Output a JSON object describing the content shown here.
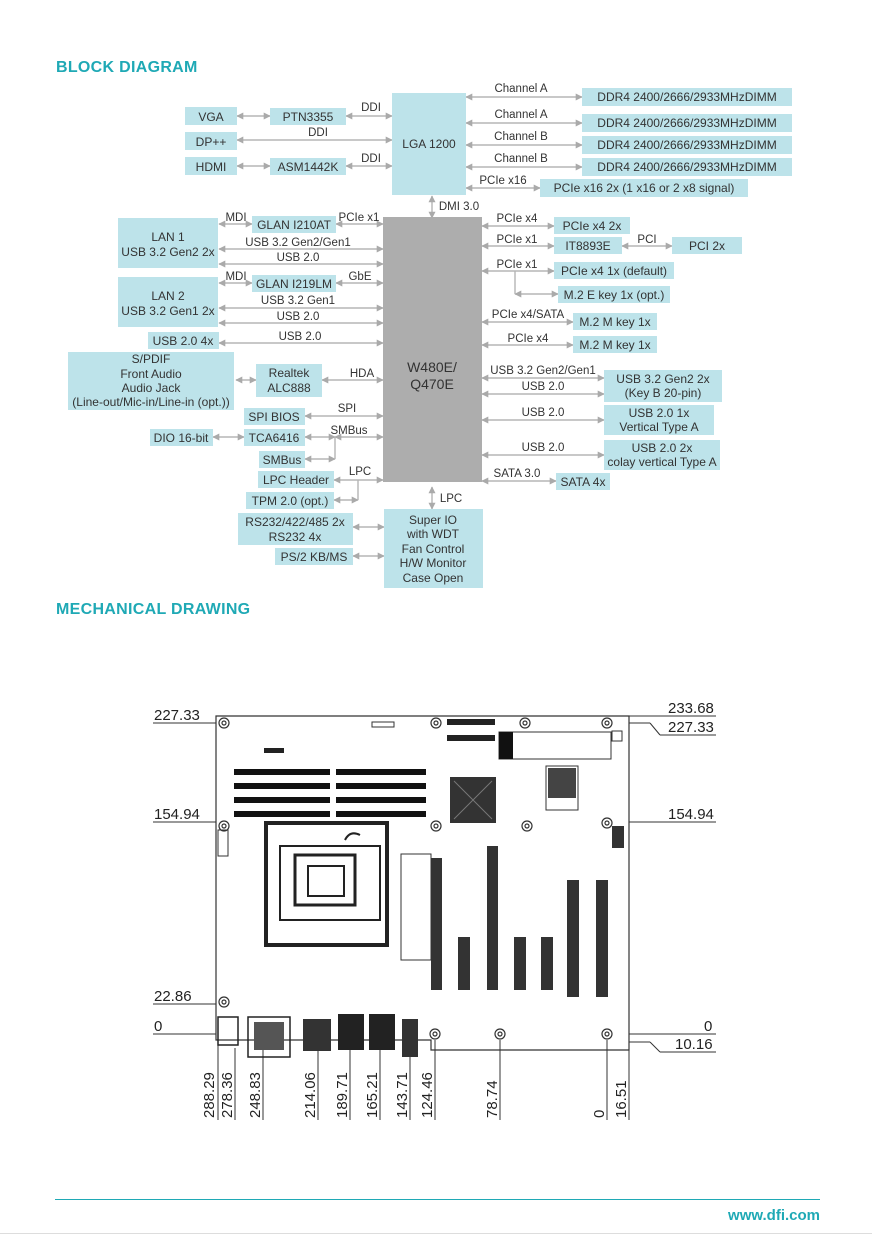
{
  "titles": {
    "block": "BLOCK DIAGRAM",
    "mech": "MECHANICAL DRAWING"
  },
  "footer": {
    "url": "www.dfi.com"
  },
  "diagram": {
    "vga": "VGA",
    "dp": "DP++",
    "hdmi": "HDMI",
    "ptn3355": "PTN3355",
    "asm1442k": "ASM1442K",
    "ddi": "DDI",
    "cpu": "LGA 1200",
    "ch_a": "Channel A",
    "ch_b": "Channel B",
    "dimm": "DDR4 2400/2666/2933MHzDIMM",
    "pcie_x16": "PCIe x16",
    "pcie_x16_slot": "PCIe x16 2x (1 x16 or 2 x8 signal)",
    "dmi": "DMI 3.0",
    "lan1": "LAN 1",
    "lan1_usb": "USB 3.2 Gen2 2x",
    "lan2": "LAN 2",
    "lan2_usb": "USB 3.2 Gen1 2x",
    "mdi": "MDI",
    "glan_i210": "GLAN I210AT",
    "glan_i219": "GLAN I219LM",
    "pcie_x1": "PCIe x1",
    "gbe": "GbE",
    "usb32_gen2_gen1": "USB 3.2 Gen2/Gen1",
    "usb32_gen1": "USB 3.2 Gen1",
    "usb20": "USB 2.0",
    "usb20_4x": "USB 2.0 4x",
    "spdif": "S/PDIF",
    "front_audio": "Front Audio",
    "audio_jack": "Audio Jack",
    "audio_jack_detail": "(Line-out/Mic-in/Line-in (opt.))",
    "realtek": "Realtek",
    "alc888": "ALC888",
    "hda": "HDA",
    "spi_bios": "SPI BIOS",
    "spi": "SPI",
    "dio": "DIO 16-bit",
    "tca6416": "TCA6416",
    "smbus": "SMBus",
    "lpc_header": "LPC Header",
    "lpc": "LPC",
    "tpm": "TPM 2.0 (opt.)",
    "pch1": "W480E/",
    "pch2": "Q470E",
    "pcie_x4": "PCIe x4",
    "pcie_x4_2x": "PCIe x4 2x",
    "it8893e": "IT8893E",
    "pci": "PCI",
    "pci_2x": "PCI 2x",
    "pcie_x4_1x": "PCIe x4 1x (default)",
    "m2_e": "M.2 E key 1x (opt.)",
    "pcie_x4_sata": "PCIe x4/SATA",
    "m2_m": "M.2 M key 1x",
    "usb32g2_2x": "USB 3.2 Gen2 2x",
    "key_b": "(Key B 20-pin)",
    "usb20_1x": "USB 2.0 1x",
    "vert_a": "Vertical Type A",
    "usb20_2x": "USB 2.0 2x",
    "colay": "colay vertical Type A",
    "sata30": "SATA 3.0",
    "sata_4x": "SATA 4x",
    "rs232_485": "RS232/422/485 2x",
    "rs232": "RS232 4x",
    "ps2": "PS/2 KB/MS",
    "sio1": "Super IO",
    "sio2": "with WDT",
    "sio3": "Fan Control",
    "sio4": "H/W Monitor",
    "sio5": "Case Open"
  },
  "mech": {
    "left": [
      "227.33",
      "154.94",
      "22.86",
      "0"
    ],
    "right": [
      "233.68",
      "227.33",
      "154.94",
      "0",
      "10.16"
    ],
    "bottom": [
      "288.29",
      "278.36",
      "248.83",
      "214.06",
      "189.71",
      "165.21",
      "143.71",
      "124.46",
      "78.74",
      "0",
      "16.51"
    ]
  },
  "colors": {
    "accent": "#1fa9b5",
    "box": "#bde3ea",
    "chip": "#adadad"
  }
}
